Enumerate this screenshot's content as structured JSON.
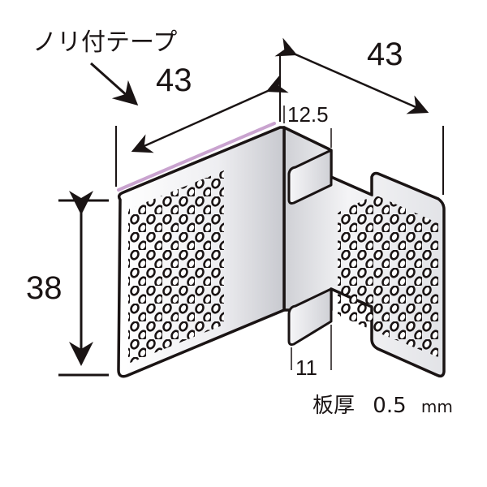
{
  "diagram": {
    "subject": "perforated L-shaped metal bracket",
    "callout_label": "ノリ付テープ",
    "dimensions": {
      "left_flange_width": "43",
      "right_flange_width": "43",
      "height": "38",
      "offset_top": "12.5",
      "tab_width": "11"
    },
    "thickness_label": "板厚",
    "thickness_value": "0.5",
    "thickness_unit": "mm",
    "colors": {
      "outline": "#1a1414",
      "metal_light": "#f4f4f6",
      "metal_dark": "#c9cacf",
      "tape": "#c9a3cf"
    }
  }
}
